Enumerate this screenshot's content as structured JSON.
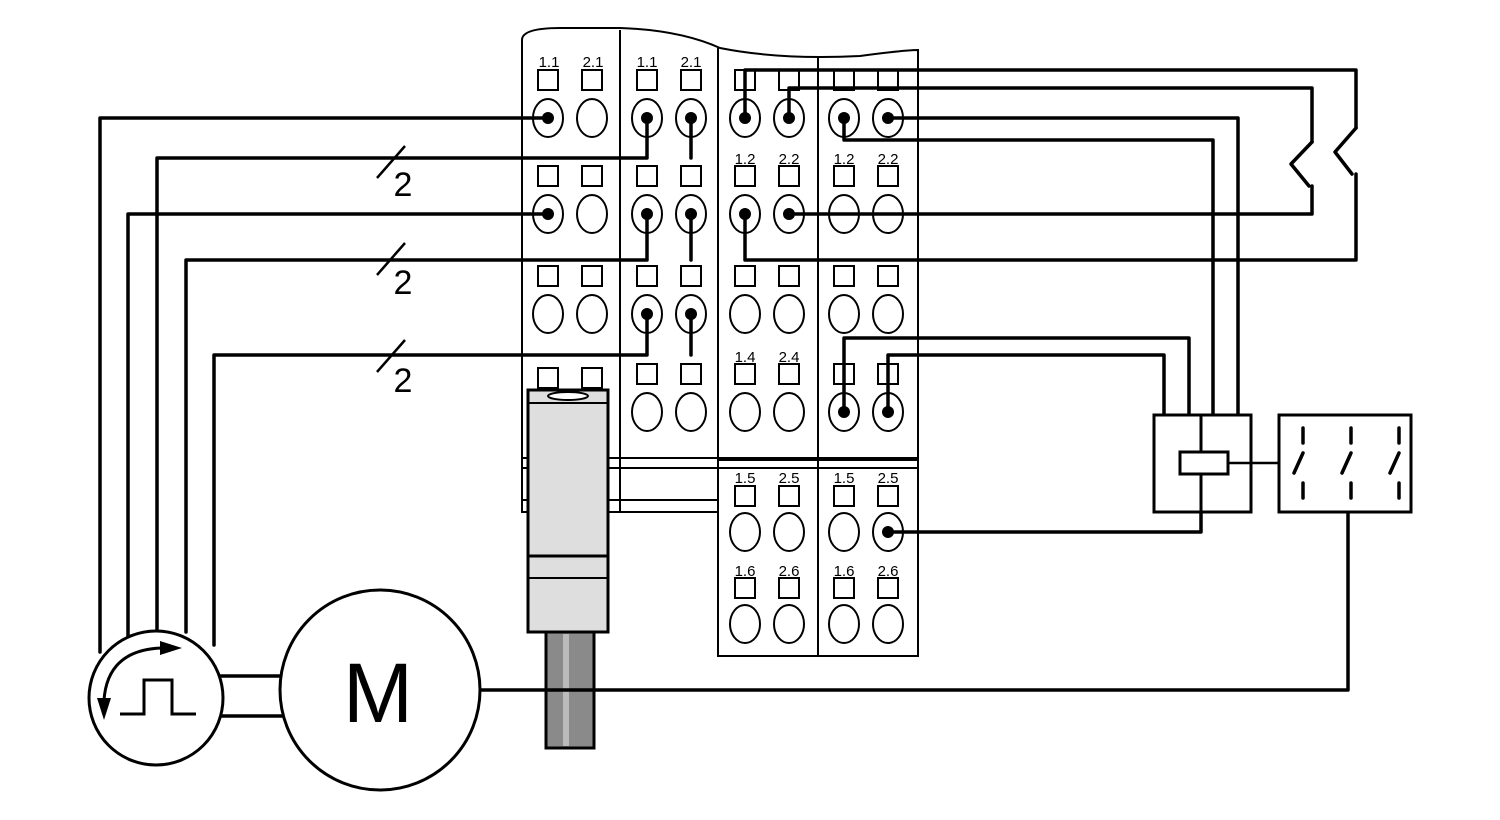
{
  "labels": {
    "m1_top": [
      "1.1",
      "2.1"
    ],
    "m2_top": [
      "1.1",
      "2.1"
    ],
    "m3_r2": [
      "1.2",
      "2.2"
    ],
    "m4_r2": [
      "1.2",
      "2.2"
    ],
    "m3_r4": [
      "1.4",
      "2.4"
    ],
    "m3_r5": [
      "1.5",
      "2.5"
    ],
    "m4_r5": [
      "1.5",
      "2.5"
    ],
    "m3_r6": [
      "1.6",
      "2.6"
    ],
    "m4_r6": [
      "1.6",
      "2.6"
    ]
  },
  "bus_count": "2",
  "motor_label": "M",
  "colors": {
    "line": "#000000",
    "housing": "#ffffff",
    "connector_body": "#dedede",
    "cable": "#888888"
  }
}
